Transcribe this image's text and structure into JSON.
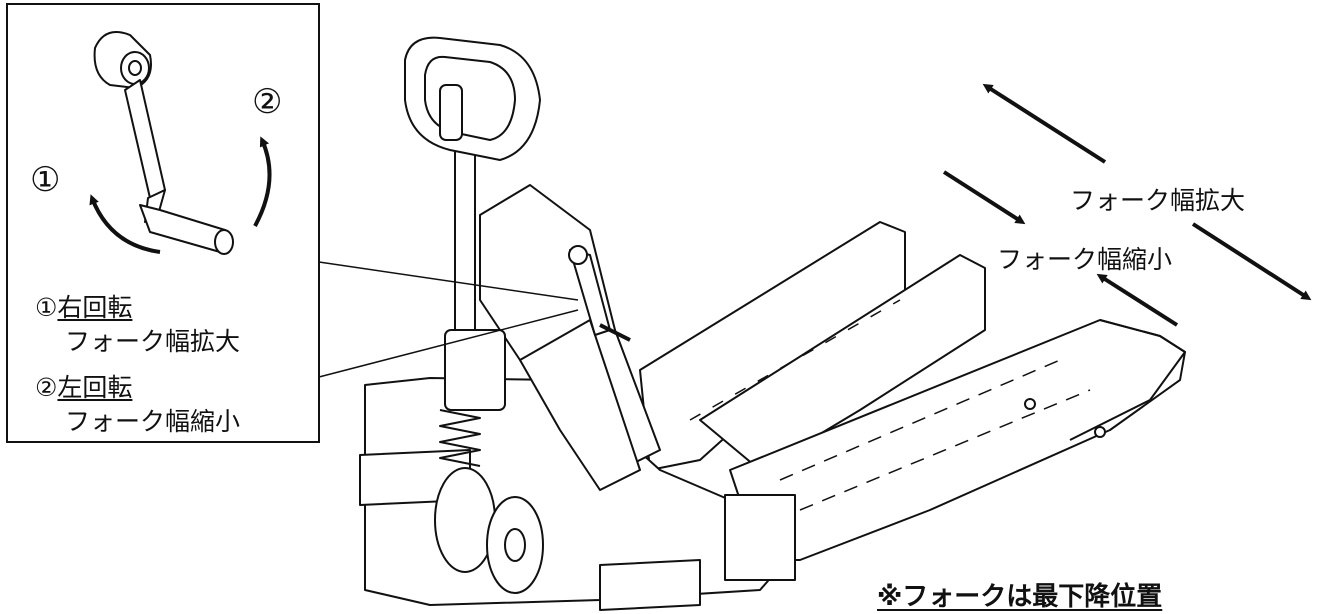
{
  "inset": {
    "marker_1": "①",
    "marker_2": "②",
    "step1": {
      "number": "①",
      "direction": "右回転",
      "action": "フォーク幅拡大"
    },
    "step2": {
      "number": "②",
      "direction": "左回転",
      "action": "フォーク幅縮小"
    }
  },
  "arrows": {
    "expand_label": "フォーク幅拡大",
    "shrink_label": "フォーク幅縮小"
  },
  "note": "※フォークは最下降位置"
}
